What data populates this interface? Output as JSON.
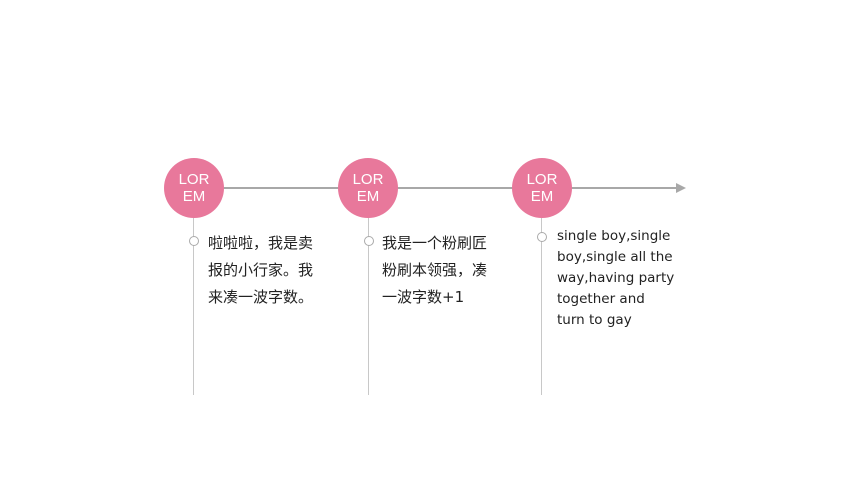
{
  "timeline": {
    "colors": {
      "node": "#e8789b",
      "axis": "#a8a8a8",
      "connector": "#c8c8c8"
    },
    "items": [
      {
        "label": "LOREM",
        "text": "啦啦啦，我是卖报的小行家。我来凑一波字数。"
      },
      {
        "label": "LOREM",
        "text": "我是一个粉刷匠粉刷本领强，凑一波字数+1"
      },
      {
        "label": "LOREM",
        "text": "single boy,single boy,single all the way,having party together and turn to gay"
      }
    ]
  }
}
